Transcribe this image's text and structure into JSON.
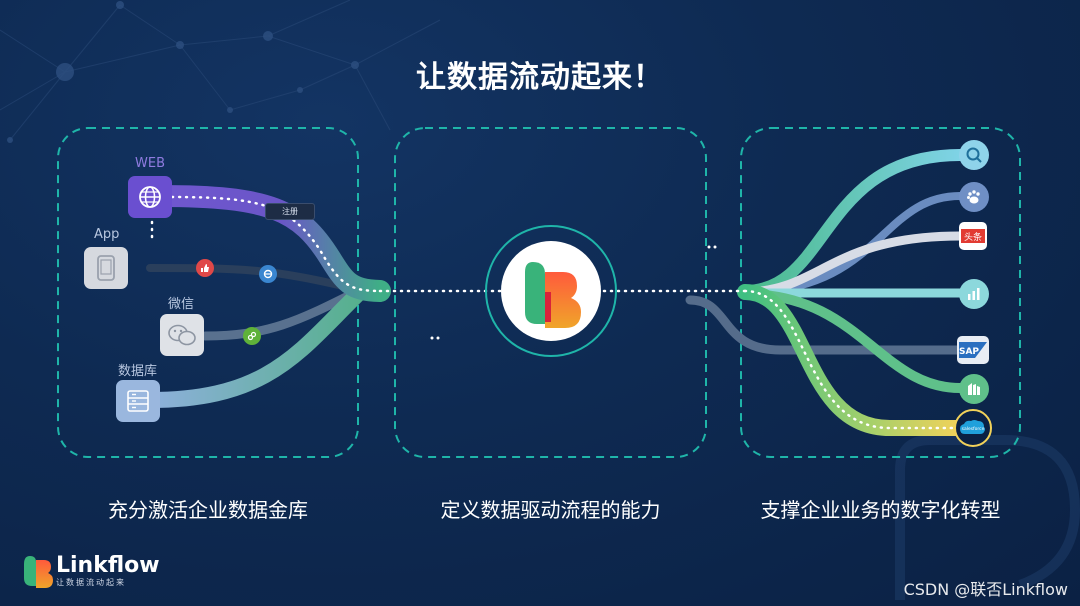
{
  "title": "让数据流动起来！",
  "sections": [
    {
      "label": "充分激活企业数据金库"
    },
    {
      "label": "定义数据驱动流程的能力"
    },
    {
      "label": "支撑企业业务的数字化转型"
    }
  ],
  "sources": {
    "web": "WEB",
    "app": "App",
    "wechat": "微信",
    "database": "数据库"
  },
  "tag": "注册",
  "destinations": [
    "search-app-icon",
    "baidu-app-icon",
    "toutiao-app-icon",
    "chart-app-icon",
    "sap-app-icon",
    "marketo-app-icon",
    "salesforce-app-icon"
  ],
  "dest_text": {
    "toutiao": "头条",
    "sap": "SAP",
    "salesforce": "salesforce"
  },
  "brand": {
    "name": "Linkflow",
    "slogan": "让数据流动起来"
  },
  "watermark": "CSDN @联否Linkflow",
  "colors": {
    "background": "#0e2a52",
    "dashed_box": "#1fb5a9",
    "flow_green": "#3fbf82",
    "flow_purple": "#6b52c9",
    "accent_yellow": "#f2d25a"
  }
}
